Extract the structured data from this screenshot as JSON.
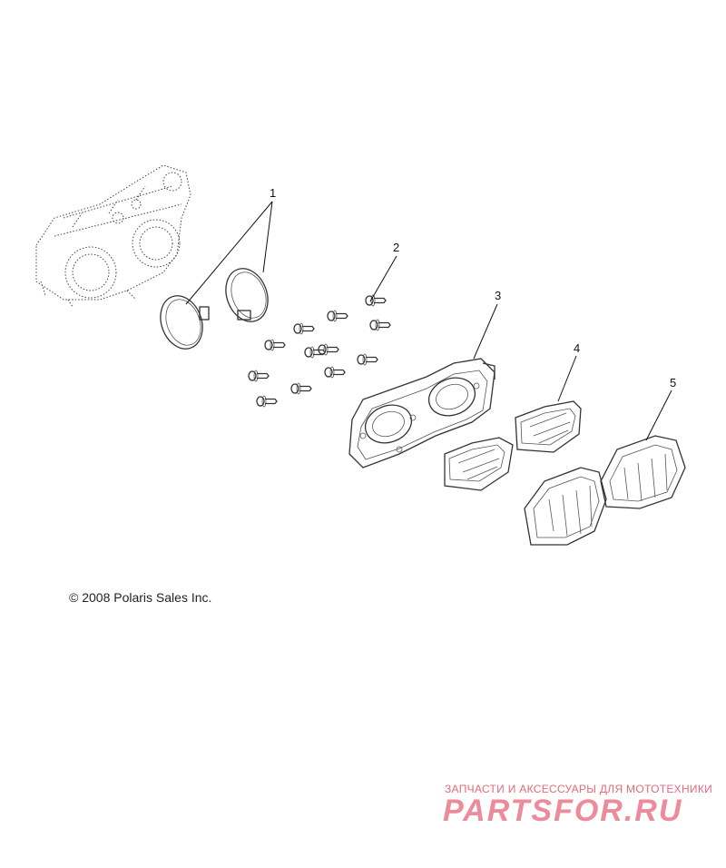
{
  "callouts": [
    "1",
    "2",
    "3",
    "4",
    "5"
  ],
  "copyright": "© 2008 Polaris Sales Inc.",
  "watermark": {
    "tagline": "ЗАПЧАСТИ И АКСЕССУАРЫ ДЛЯ МОТОТЕХНИКИ",
    "logo": "PARTSFOR.RU"
  },
  "colors": {
    "line": "#333333",
    "watermark_tagline": "#e46a7c",
    "watermark_logo": "#ec8b9a"
  }
}
